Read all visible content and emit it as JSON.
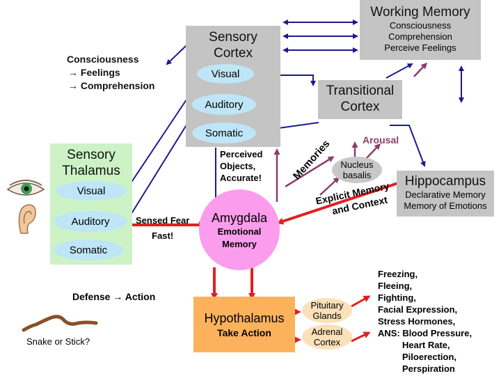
{
  "consciousness_note": {
    "title": "Consciousness",
    "line1": "→ Feelings",
    "line2": "→ Comprehension"
  },
  "sensory_cortex": {
    "title_line1": "Sensory",
    "title_line2": "Cortex",
    "items": [
      "Visual",
      "Auditory",
      "Somatic"
    ]
  },
  "working_memory": {
    "title": "Working Memory",
    "lines": [
      "Consciousness",
      "Comprehension",
      "Perceive Feelings"
    ]
  },
  "transitional_cortex": {
    "title_line1": "Transitional",
    "title_line2": "Cortex"
  },
  "sensory_thalamus": {
    "title_line1": "Sensory",
    "title_line2": "Thalamus",
    "items": [
      "Visual",
      "Auditory",
      "Somatic"
    ]
  },
  "perceived_objects": {
    "line1": "Perceived",
    "line2": "Objects,",
    "line3": "Accurate!"
  },
  "memories_label": "Memories",
  "arousal_label": "Arousal",
  "nucleus_basalis": {
    "line1": "Nucleus",
    "line2": "basalis"
  },
  "hippocampus": {
    "title": "Hippocampus",
    "line1": "Declarative Memory",
    "line2": "Memory of Emotions"
  },
  "explicit_memory": {
    "line1": "Explicit Memory",
    "line2": "and Context"
  },
  "sensed_fear": {
    "line1": "Sensed Fear",
    "line2": "Fast!"
  },
  "amygdala": {
    "title": "Amygdala",
    "line1": "Emotional",
    "line2": "Memory"
  },
  "defense_action": "Defense → Action",
  "snake_caption": "Snake or Stick?",
  "hypothalamus": {
    "title": "Hypothalamus",
    "subtitle": "Take Action"
  },
  "pituitary": {
    "line1": "Pituitary",
    "line2": "Glands"
  },
  "adrenal": {
    "line1": "Adrenal",
    "line2": "Cortex"
  },
  "responses": {
    "lines": [
      "Freezing,",
      "Fleeing,",
      "Fighting,",
      "Facial Expression,",
      "Stress Hormones,",
      "ANS: Blood Pressure,"
    ],
    "indented": [
      "Heart Rate,",
      "Piloerection,",
      "Perspiration"
    ]
  },
  "colors": {
    "gray_box": "#c4c4c4",
    "green_box": "#ccf2c6",
    "pill_blue": "#bfe6f6",
    "amygdala_pink": "#fc9cec",
    "hypothalamus_orange": "#fcb25c",
    "arrow_blue": "#1a1a8c",
    "arrow_red": "#e02020",
    "arrow_mauve": "#8c3c6c"
  },
  "icons": [
    "eye-icon",
    "ear-icon",
    "snake-icon"
  ]
}
